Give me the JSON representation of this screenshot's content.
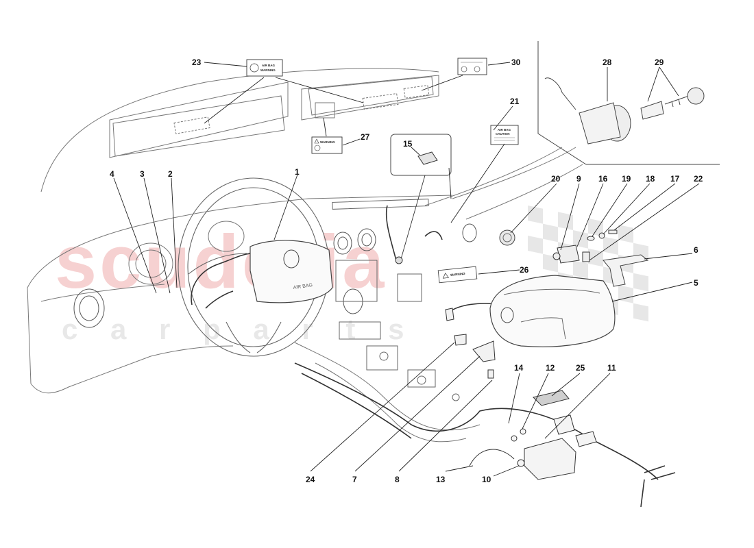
{
  "callouts": [
    "1",
    "2",
    "3",
    "4",
    "5",
    "6",
    "7",
    "8",
    "9",
    "10",
    "11",
    "12",
    "13",
    "14",
    "15",
    "16",
    "17",
    "18",
    "19",
    "20",
    "21",
    "22",
    "23",
    "24",
    "25",
    "26",
    "27",
    "28",
    "29",
    "30"
  ],
  "labels": {
    "airbag_warning_line1": "AIR BAG",
    "airbag_warning_line2": "WARNING",
    "warning_sticker": "WARNING",
    "airbag_caution_line1": "AIR BAG",
    "airbag_caution_line2": "CAUTION",
    "dashboard_airbag_text": "AIR BAG"
  },
  "watermark": {
    "main": "scuderia",
    "sub": "c a r   p a r t s"
  },
  "colors": {
    "line": "#555555",
    "line_dark": "#222222",
    "watermark_red": "#e05a5a",
    "watermark_gray": "#d8d8d8",
    "background": "#ffffff"
  }
}
